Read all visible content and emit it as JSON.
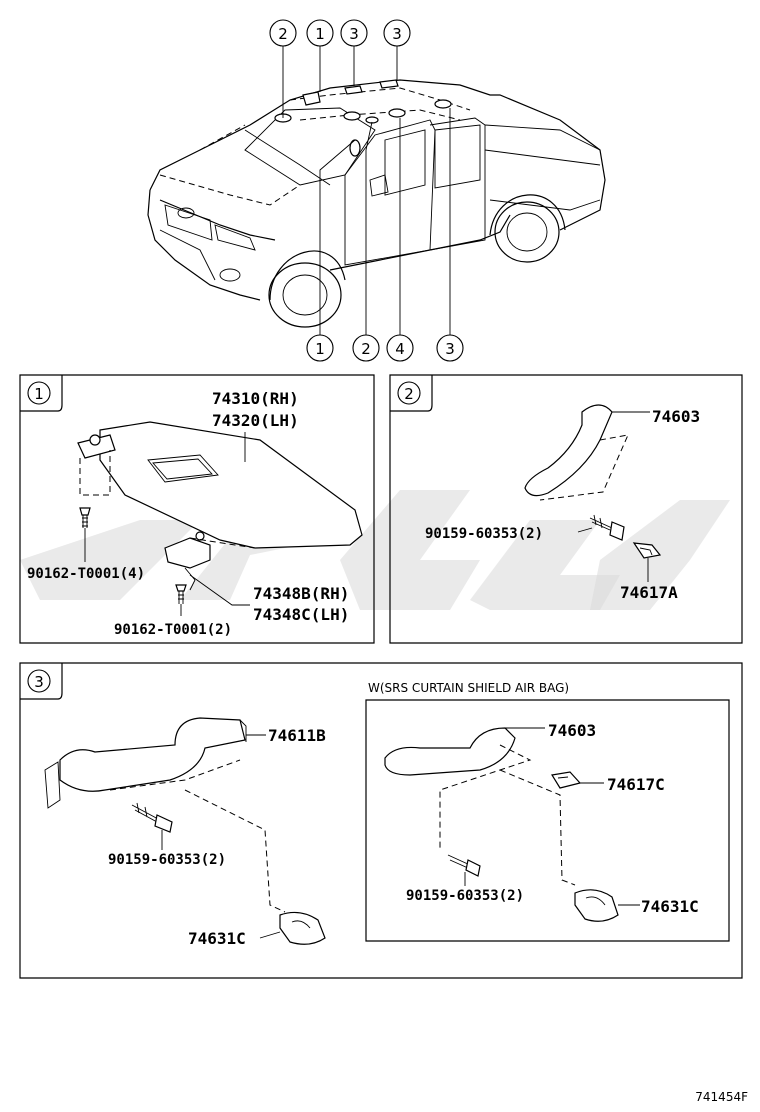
{
  "truck_callouts": {
    "top": [
      "2",
      "1",
      "3",
      "3"
    ],
    "bottom": [
      "1",
      "2",
      "4",
      "3"
    ]
  },
  "panel1": {
    "index": "1",
    "visor_rh": "74310(RH)",
    "visor_lh": "74320(LH)",
    "screw_a": "90162-T0001(4)",
    "holder_rh": "74348B(RH)",
    "holder_lh": "74348C(LH)",
    "screw_b": "90162-T0001(2)"
  },
  "panel2": {
    "index": "2",
    "grip": "74603",
    "screw": "90159-60353(2)",
    "cap": "74617A"
  },
  "panel3": {
    "index": "3",
    "grip": "74611B",
    "screw": "90159-60353(2)",
    "clip": "74631C",
    "sub_note": "W(SRS CURTAIN SHIELD AIR BAG)",
    "sub_grip": "74603",
    "sub_cap": "74617C",
    "sub_screw": "90159-60353(2)",
    "sub_clip": "74631C"
  },
  "footer": {
    "code": "741454F"
  }
}
